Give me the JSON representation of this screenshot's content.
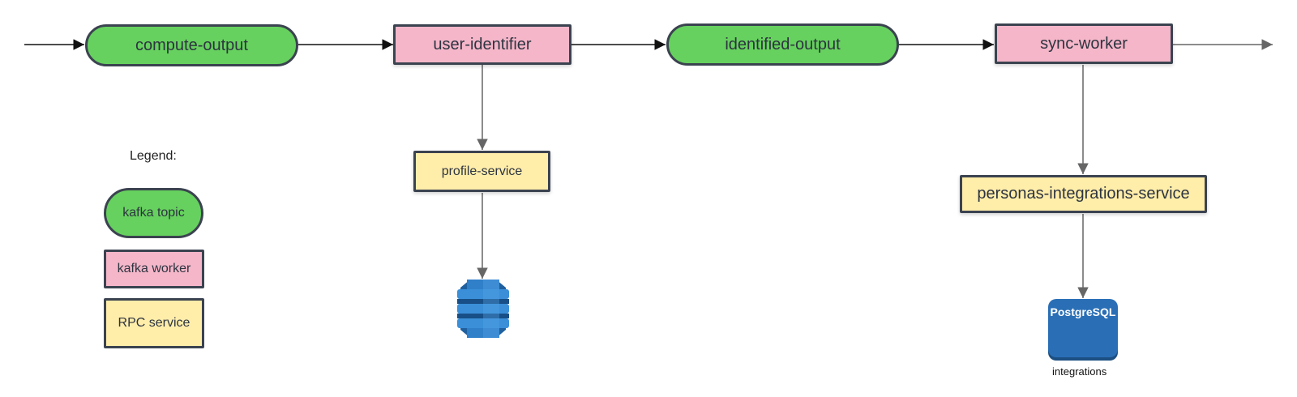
{
  "flow": {
    "topics": [
      "compute-output",
      "identified-output"
    ],
    "workers": [
      "user-identifier",
      "sync-worker"
    ],
    "services": [
      "profile-service",
      "personas-integrations-service"
    ]
  },
  "datastores": {
    "dynamodb": {
      "icon": "dynamodb-icon"
    },
    "postgres": {
      "icon": "postgresql-icon",
      "label": "PostgreSQL",
      "caption": "integrations"
    }
  },
  "legend": {
    "title": "Legend:",
    "topic": "kafka topic",
    "worker": "kafka worker",
    "rpc": "RPC service"
  },
  "colors": {
    "topic": "#66d15e",
    "worker": "#f5b6c9",
    "rpc": "#ffedaa",
    "border": "#3b4350",
    "database": "#2a6fb6"
  }
}
